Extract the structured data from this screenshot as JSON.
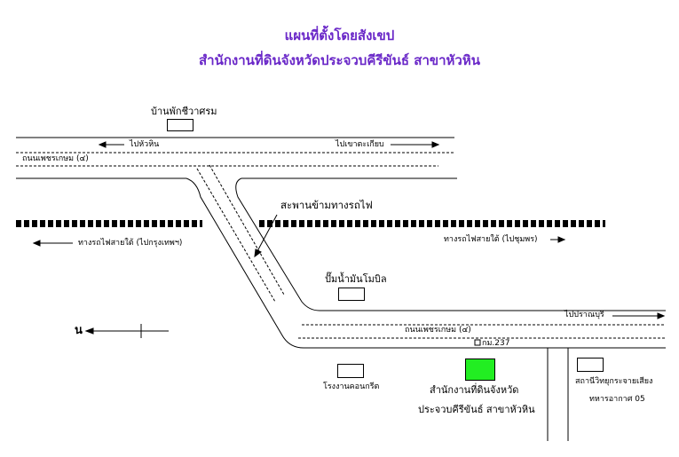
{
  "title_line1": "แผนที่ตั้งโดยสังเขป",
  "title_line2": "สำนักงานที่ดินจังหวัดประจวบคีรีขันธ์  สาขาหัวหิน",
  "labels": {
    "resort": "บ้านพักชีวาศรม",
    "to_hua_hin": "ไปหัวหิน",
    "to_khao_takiap": "ไปเขาตะเกียบ",
    "road_upper": "ถนนเพชรเกษม (๔)",
    "bridge": "สะพานข้ามทางรถไฟ",
    "rail_left": "ทางรถไฟสายใต้ (ไปกรุงเทพฯ)",
    "rail_right": "ทางรถไฟสายใต้ (ไปชุมพร)",
    "gas_station": "ปั๊มน้ำมันโมบิล",
    "to_pranburi": "ไปปราณบุรี",
    "road_lower": "ถนนเพชรเกษม (๔)",
    "km_marker": "กม.237",
    "north": "น",
    "concrete_plant": "โรงงานคอนกรีต",
    "office_line1": "สำนักงานที่ดินจังหวัด",
    "office_line2": "ประจวบคีรีขันธ์ สาขาหัวหิน",
    "radio_line1": "สถานีวิทยุกระจายเสียง",
    "radio_line2": "ทหารอากาศ 05"
  },
  "colors": {
    "title": "#6a28c8",
    "office_fill": "#22ee22",
    "line": "#000000"
  }
}
